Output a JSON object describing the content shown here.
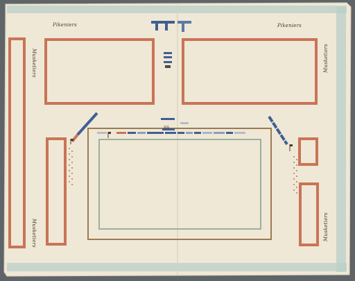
{
  "map": {
    "labels": {
      "top_left": "Pikeniers",
      "top_right": "Pikeniers",
      "left_top": "Musketiers",
      "left_bottom": "Musketiers",
      "right_top": "Musketiers",
      "right_bottom": "Musketiers"
    },
    "colors": {
      "paper": "#efe8d6",
      "border_wash": "#b9cfc8",
      "infantry_block": "#c97457",
      "cavalry_blue": "#3f5f92",
      "square_outer": "#9c7a52",
      "square_inner": "#8aa190"
    }
  }
}
